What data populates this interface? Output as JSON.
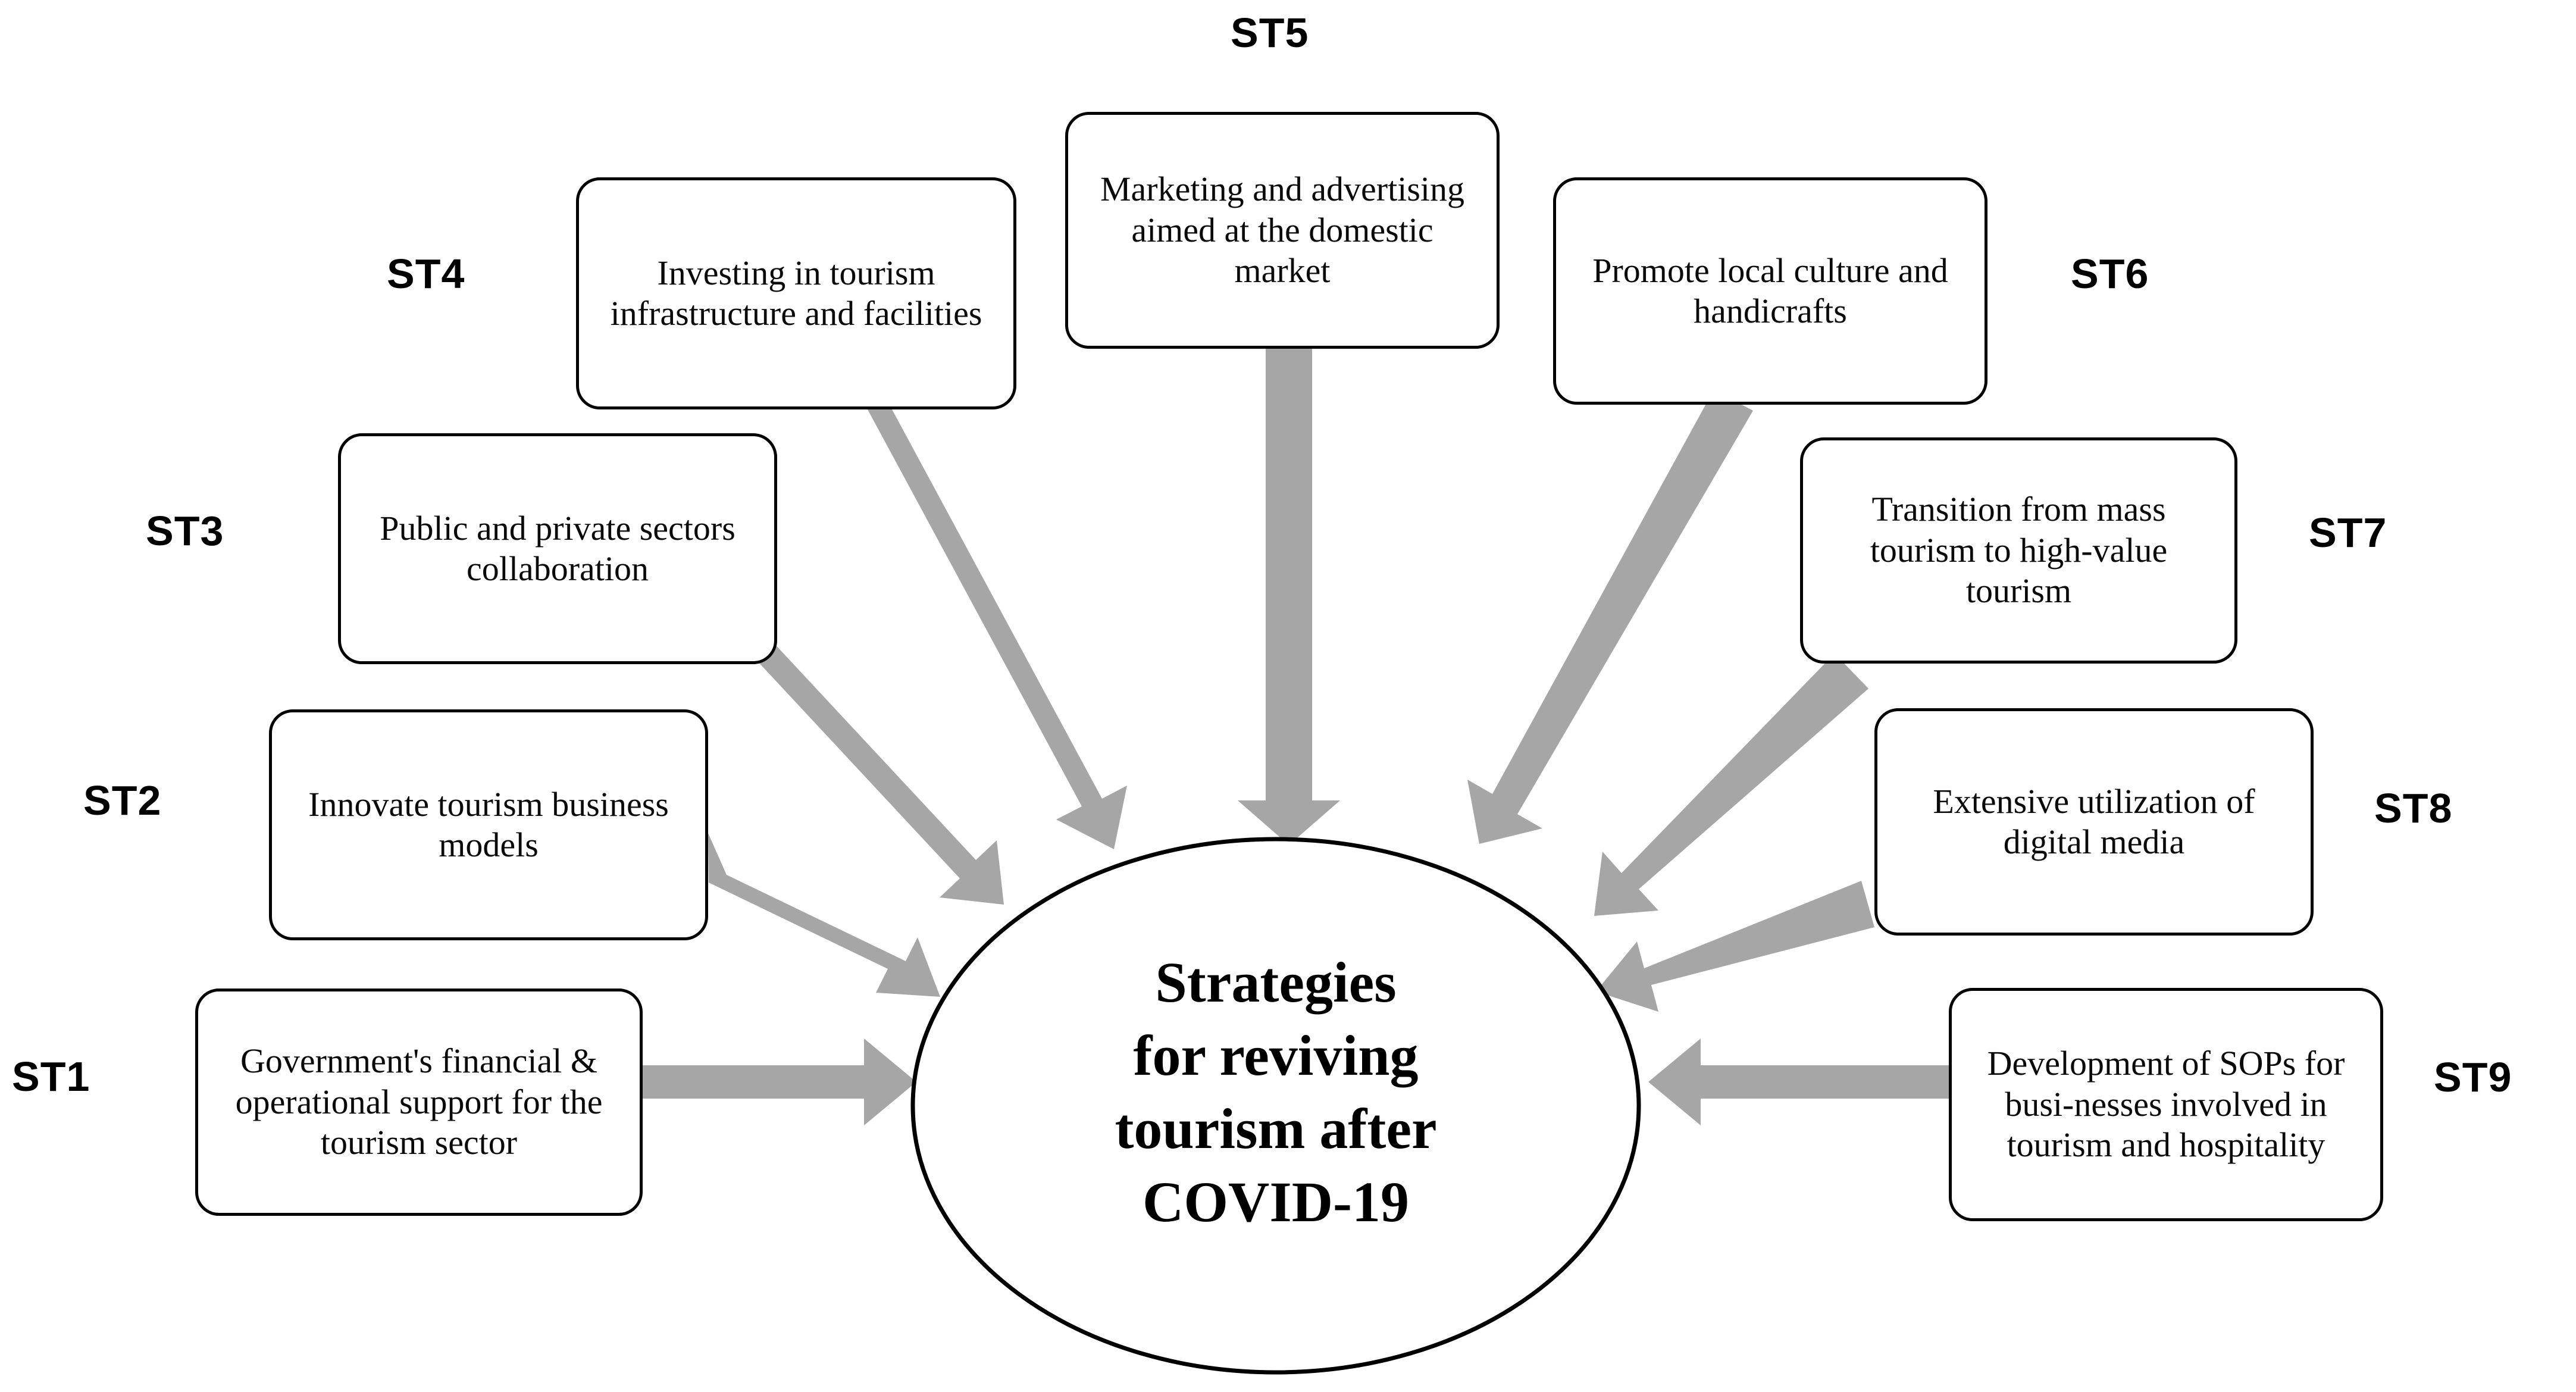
{
  "diagram": {
    "type": "hub-and-spoke",
    "arrow_color": "#a6a6a6",
    "box_border_color": "#000000",
    "background_color": "#ffffff",
    "center": {
      "text": "Strategies\nfor reviving\ntourism after\nCOVID-19",
      "shape": "ellipse"
    },
    "nodes": [
      {
        "id": "ST1",
        "label": "ST1",
        "text": "Government's financial & operational support for the tourism sector",
        "arrow_direction": "right"
      },
      {
        "id": "ST2",
        "label": "ST2",
        "text": "Innovate tourism business models",
        "arrow_direction": "down-right"
      },
      {
        "id": "ST3",
        "label": "ST3",
        "text": "Public and private sectors collaboration",
        "arrow_direction": "down-right"
      },
      {
        "id": "ST4",
        "label": "ST4",
        "text": "Investing in tourism infrastructure and facilities",
        "arrow_direction": "down-right"
      },
      {
        "id": "ST5",
        "label": "ST5",
        "text": "Marketing and advertising aimed at the domestic market",
        "arrow_direction": "down"
      },
      {
        "id": "ST6",
        "label": "ST6",
        "text": "Promote local culture and handicrafts",
        "arrow_direction": "down-left"
      },
      {
        "id": "ST7",
        "label": "ST7",
        "text": "Transition from mass tourism to high-value tourism",
        "arrow_direction": "down-left"
      },
      {
        "id": "ST8",
        "label": "ST8",
        "text": "Extensive utilization of digital media",
        "arrow_direction": "down-left"
      },
      {
        "id": "ST9",
        "label": "ST9",
        "text": "Development of SOPs for busi-nesses involved in tourism and hospitality",
        "arrow_direction": "left"
      }
    ]
  }
}
